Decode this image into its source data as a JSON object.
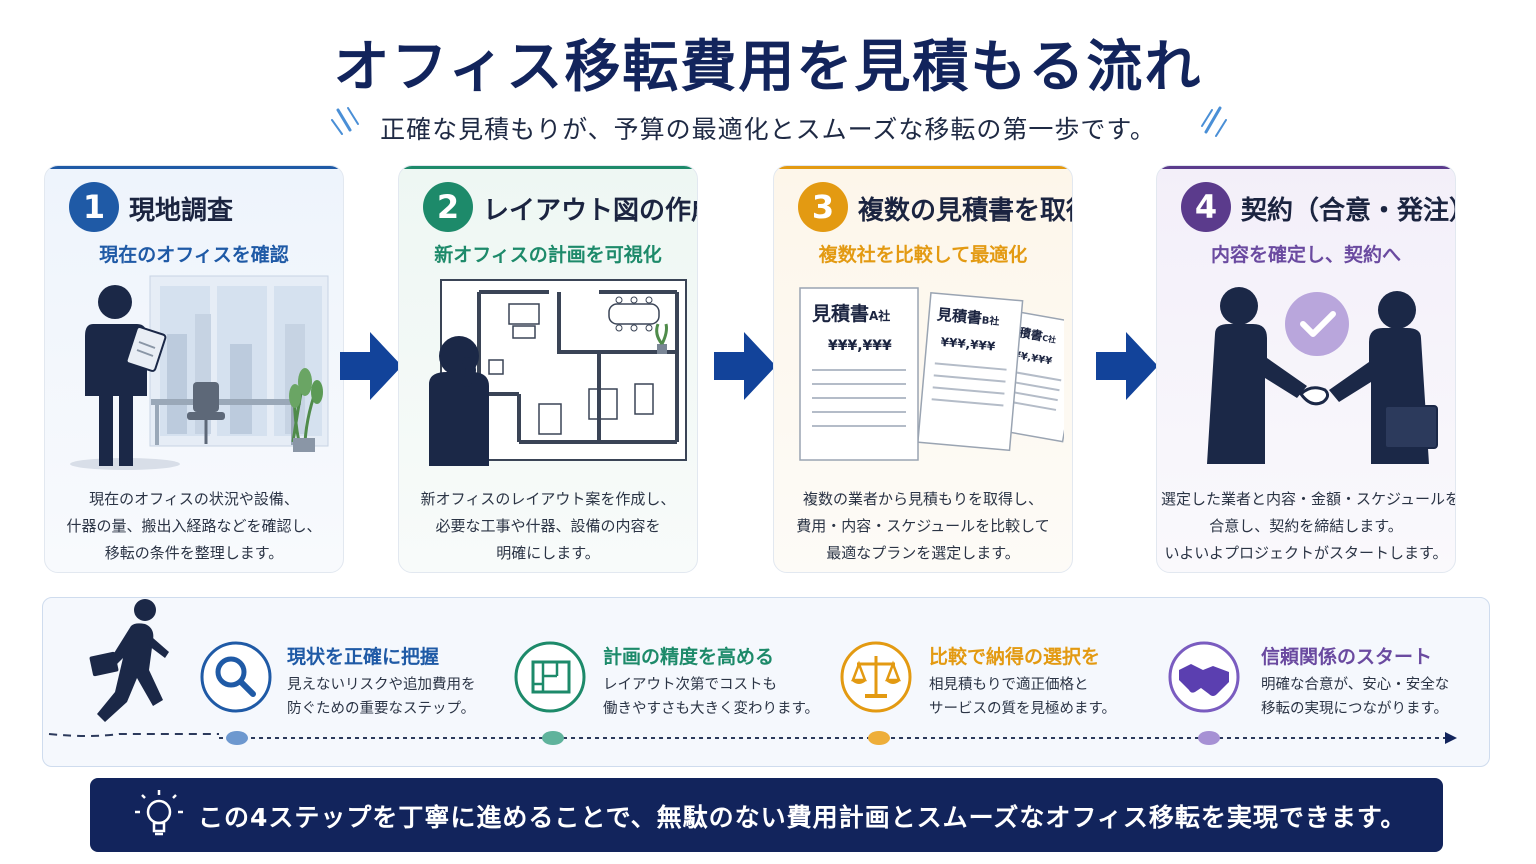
{
  "title": "オフィス移転費用を見積もる流れ",
  "subtitle": "正確な見積もりが、予算の最適化とスムーズな移転の第一歩です。",
  "colors": {
    "navy": "#12245c",
    "blue": "#1f5aa6",
    "green": "#1d8a6a",
    "orange": "#e39a12",
    "purple": "#5b3b8c"
  },
  "steps": [
    {
      "num": "1",
      "title": "現地調査",
      "subtitle": "現在のオフィスを確認",
      "desc": [
        "現在のオフィスの状況や設備、",
        "什器の量、搬出入経路などを確認し、",
        "移転の条件を整理します。"
      ]
    },
    {
      "num": "2",
      "title": "レイアウト図の作成",
      "subtitle": "新オフィスの計画を可視化",
      "desc": [
        "新オフィスのレイアウト案を作成し、",
        "必要な工事や什器、設備の内容を",
        "明確にします。"
      ]
    },
    {
      "num": "3",
      "title": "複数の見積書を取得",
      "subtitle": "複数社を比較して最適化",
      "desc": [
        "複数の業者から見積もりを取得し、",
        "費用・内容・スケジュールを比較して",
        "最適なプランを選定します。"
      ],
      "quotes": [
        {
          "label": "見積書",
          "company": "A社",
          "amount": "¥¥¥,¥¥¥"
        },
        {
          "label": "見積書",
          "company": "B社",
          "amount": "¥¥¥,¥¥¥"
        },
        {
          "label": "見積書",
          "company": "C社",
          "amount": "¥¥¥,¥¥¥"
        }
      ]
    },
    {
      "num": "4",
      "title": "契約（合意・発注）",
      "subtitle": "内容を確定し、契約へ",
      "desc": [
        "選定した業者と内容・金額・スケジュールを",
        "合意し、契約を締結します。",
        "いよいよプロジェクトがスタートします。"
      ]
    }
  ],
  "benefits": [
    {
      "icon": "magnifier-icon",
      "title": "現状を正確に把握",
      "desc": [
        "見えないリスクや追加費用を",
        "防ぐための重要なステップ。"
      ]
    },
    {
      "icon": "blueprint-icon",
      "title": "計画の精度を高める",
      "desc": [
        "レイアウト次第でコストも",
        "働きやすさも大きく変わります。"
      ]
    },
    {
      "icon": "scales-icon",
      "title": "比較で納得の選択を",
      "desc": [
        "相見積もりで適正価格と",
        "サービスの質を見極めます。"
      ]
    },
    {
      "icon": "handshake-icon",
      "title": "信頼関係のスタート",
      "desc": [
        "明確な合意が、安心・安全な",
        "移転の実現につながります。"
      ]
    }
  ],
  "banner": {
    "text": "この4ステップを丁寧に進めることで、無駄のない費用計画とスムーズなオフィス移転を実現できます。",
    "icon": "lightbulb-icon"
  }
}
